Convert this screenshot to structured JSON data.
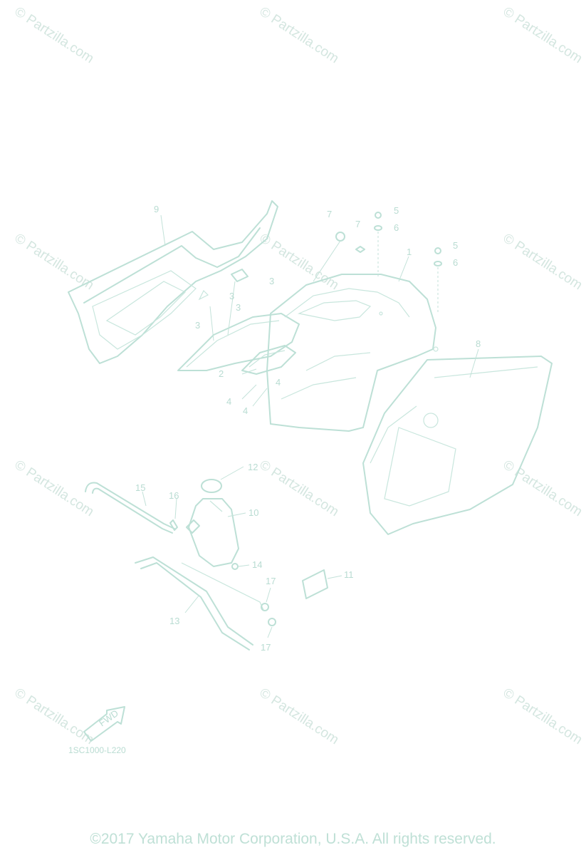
{
  "watermark": "© Partzilla.com",
  "callouts": [
    "1",
    "2",
    "3",
    "3",
    "3",
    "3",
    "4",
    "4",
    "4",
    "5",
    "5",
    "6",
    "6",
    "7",
    "7",
    "8",
    "9",
    "10",
    "11",
    "12",
    "13",
    "14",
    "15",
    "16",
    "17",
    "17"
  ],
  "fwd_label": "FWD",
  "part_code": "1SC1000-L220",
  "copyright": "©2017 Yamaha Motor Corporation, U.S.A. All rights reserved.",
  "colors": {
    "line": "#bde0d6",
    "watermark": "#d4e6e0"
  }
}
